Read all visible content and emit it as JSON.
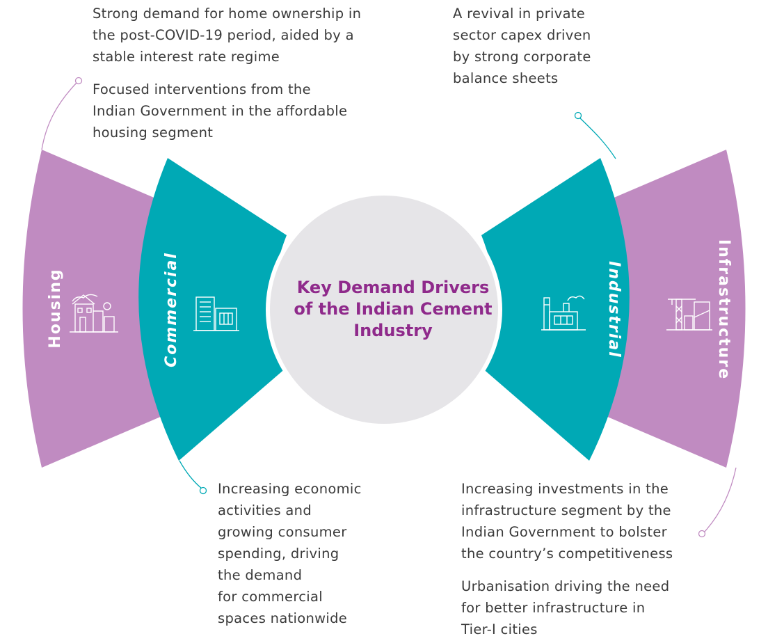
{
  "center": {
    "title": "Key Demand Drivers\nof the Indian Cement\nIndustry"
  },
  "segments": [
    {
      "label": "Housing",
      "color": "#c08bc1",
      "icon": "house-icon"
    },
    {
      "label": "Commercial",
      "color": "#00a9b5",
      "icon": "office-building-icon"
    },
    {
      "label": "Industrial",
      "color": "#00a9b5",
      "icon": "factory-icon"
    },
    {
      "label": "Infrastructure",
      "color": "#c08bc1",
      "icon": "crane-building-icon"
    }
  ],
  "notes": {
    "housing_1": "Strong demand for home ownership in\nthe post-COVID-19 period, aided by a\nstable interest rate regime",
    "housing_2": "Focused interventions from the\nIndian Government in the affordable\nhousing segment",
    "industrial_1": "A revival in private\nsector capex driven\nby strong corporate\nbalance sheets",
    "commercial_1": "Increasing economic\nactivities and\ngrowing consumer\nspending, driving\nthe demand\nfor commercial\nspaces nationwide",
    "infrastructure_1": "Increasing investments in the\ninfrastructure segment by the\nIndian Government to bolster\nthe country’s competitiveness",
    "infrastructure_2": "Urbanisation driving the need\nfor better infrastructure in\nTier-I cities"
  },
  "colors": {
    "purple": "#c08bc1",
    "teal": "#00a9b5",
    "circle": "#e6e5e8",
    "title": "#8f2a8b",
    "text": "#3a3a3a"
  }
}
